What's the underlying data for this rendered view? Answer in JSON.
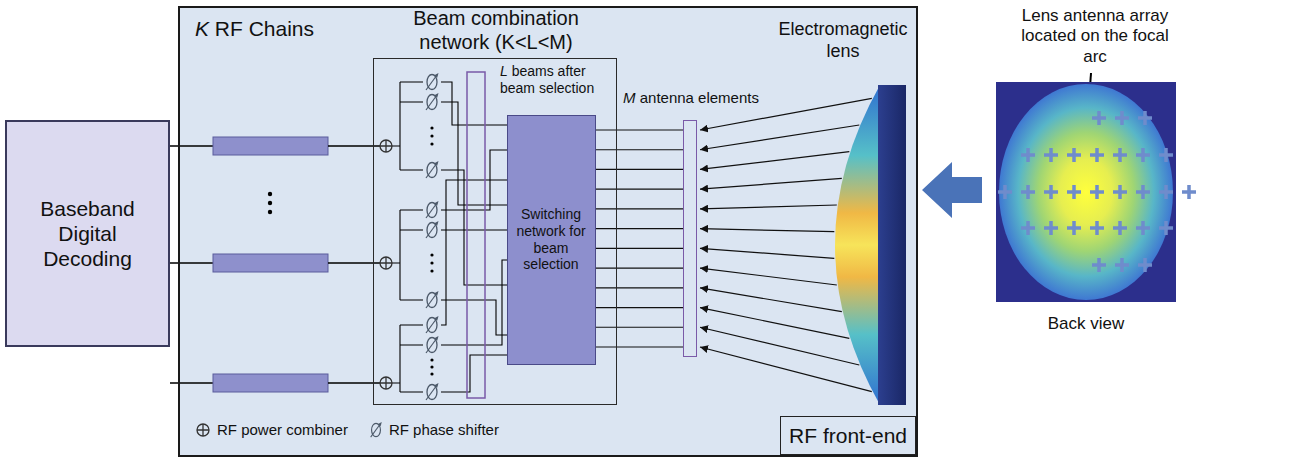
{
  "diagram": {
    "nodes": [
      {
        "text": [
          "Baseband Digital Decoding"
        ]
      },
      {
        "text": [
          "RF front-end"
        ]
      },
      {
        "text": [
          "Beam combination network (K<L<M)"
        ],
        "in": 1
      },
      {
        "text": [
          "Switching network for beam selection"
        ],
        "in": 2
      },
      {
        "text": [
          "M antenna elements"
        ],
        "in": 1
      },
      {
        "text": [
          "Electromagnetic lens"
        ],
        "in": 1
      },
      {
        "text": [
          "Back view"
        ]
      }
    ],
    "edges": [
      {
        "from": 3,
        "to": 4,
        "arrow": "none"
      },
      {
        "from": 5,
        "to": 4,
        "arrow": "to"
      },
      {
        "from": 6,
        "to": 1,
        "arrow": "to"
      }
    ],
    "labels": [
      "K RF Chains",
      "L beams after beam selection",
      "Lens antenna array located on the focal arc"
    ],
    "legend": [
      {
        "text": "RF power combiner"
      },
      {
        "text": "RF phase shifter"
      }
    ]
  }
}
